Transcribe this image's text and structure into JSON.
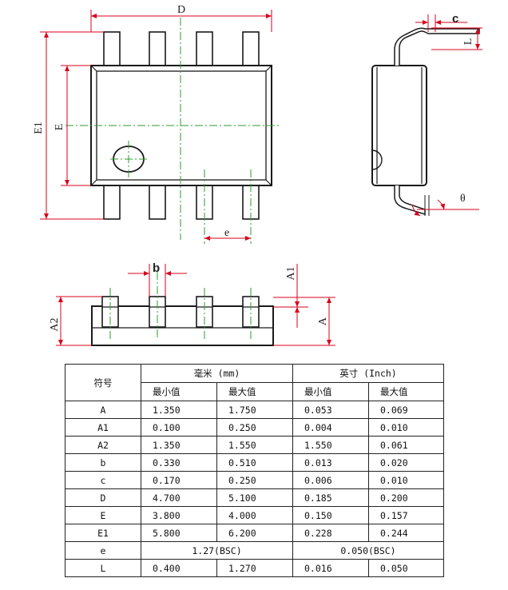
{
  "drawing": {
    "labels": {
      "D": "D",
      "E1": "E1",
      "E": "E",
      "e": "e",
      "c": "c",
      "L": "L",
      "theta": "θ",
      "b": "b",
      "A1": "A1",
      "A2": "A2",
      "A": "A"
    },
    "colors": {
      "outline": "#1a1a1a",
      "dimension": "#d9001b",
      "centerline": "#2e9e2e"
    }
  },
  "table": {
    "col_symbol": "符号",
    "col_mm": "毫米 (mm)",
    "col_inch": "英寸 (Inch)",
    "sub_min": "最小值",
    "sub_max": "最大值",
    "rows": [
      {
        "sym": "A",
        "mm_min": "1.350",
        "mm_max": "1.750",
        "in_min": "0.053",
        "in_max": "0.069"
      },
      {
        "sym": "A1",
        "mm_min": "0.100",
        "mm_max": "0.250",
        "in_min": "0.004",
        "in_max": "0.010"
      },
      {
        "sym": "A2",
        "mm_min": "1.350",
        "mm_max": "1.550",
        "in_min": "1.550",
        "in_max": "0.061"
      },
      {
        "sym": "b",
        "mm_min": "0.330",
        "mm_max": "0.510",
        "in_min": "0.013",
        "in_max": "0.020"
      },
      {
        "sym": "c",
        "mm_min": "0.170",
        "mm_max": "0.250",
        "in_min": "0.006",
        "in_max": "0.010"
      },
      {
        "sym": "D",
        "mm_min": "4.700",
        "mm_max": "5.100",
        "in_min": "0.185",
        "in_max": "0.200"
      },
      {
        "sym": "E",
        "mm_min": "3.800",
        "mm_max": "4.000",
        "in_min": "0.150",
        "in_max": "0.157"
      },
      {
        "sym": "E1",
        "mm_min": "5.800",
        "mm_max": "6.200",
        "in_min": "0.228",
        "in_max": "0.244"
      }
    ],
    "row_e": {
      "sym": "e",
      "mm": "1.27(BSC)",
      "inch": "0.050(BSC)"
    },
    "row_L": {
      "sym": "L",
      "mm_min": "0.400",
      "mm_max": "1.270",
      "in_min": "0.016",
      "in_max": "0.050"
    }
  }
}
